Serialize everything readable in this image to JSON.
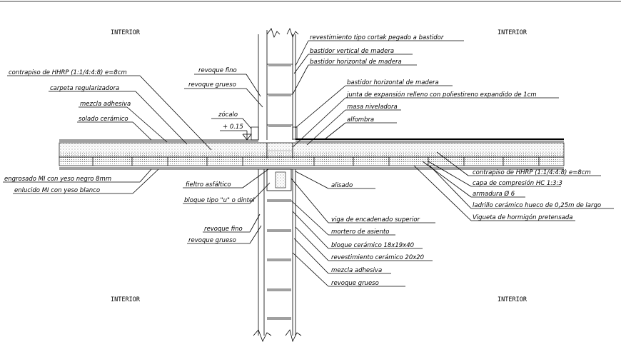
{
  "rooms": {
    "top_left": "INTERIOR",
    "top_right": "INTERIOR",
    "bottom_left": "INTERIOR",
    "bottom_right": "INTERIOR"
  },
  "labels": {
    "revestimiento_cortak": "revestimiento tipo cortak pegado a bastidor",
    "bastidor_vertical": "bastidor vertical de madera",
    "bastidor_horizontal_top": "bastidor horizontal de madera",
    "revoque_fino_top": "revoque fino",
    "revoque_grueso_top": "revoque grueso",
    "contrapiso_left": "contrapiso de HHRP (1:1/4:4:8) e=8cm",
    "carpeta": "carpeta regularizadora",
    "mezcla_adhesiva_left": "mezcla adhesiva",
    "solado": "solado cerámico",
    "zocalo": "zócalo",
    "level": "+ 0.15",
    "bastidor_horizontal_mid": "bastidor horizontal de madera",
    "junta": "junta de expansión relleno con poliestireno expandido de 1cm",
    "masa": "masa niveladora",
    "alfombra": "alfombra",
    "engrosado": "engrosado MI con yeso negro 8mm",
    "enlucido": "enlucido MI con yeso blanco",
    "fieltro": "fieltro asfáltico",
    "bloque_u": "bloque tipo \"u\" o dintel",
    "revoque_fino_bot": "revoque fino",
    "revoque_grueso_bot": "revoque grueso",
    "contrapiso_right": "contrapiso de HHRP (1:1/4:4:8) e=8cm",
    "capa": "capa de compresión HC 1:3:3",
    "armadura": "armadura Ø 6",
    "ladrillo": "ladrillo cerámico hueco de 0,25m de largo",
    "vigueta": "Vigueta de hormigón pretensada",
    "alisado": "alisado",
    "viga": "viga de encadenado superior",
    "mortero": "mortero de asiento",
    "bloque_ceramico": "bloque cerámico 18x19x40",
    "revestimiento_ceramico": "revestimiento cerámico 20x20",
    "mezcla_adhesiva_right": "mezcla adhesiva",
    "revoque_grueso_right": "revoque grueso"
  }
}
